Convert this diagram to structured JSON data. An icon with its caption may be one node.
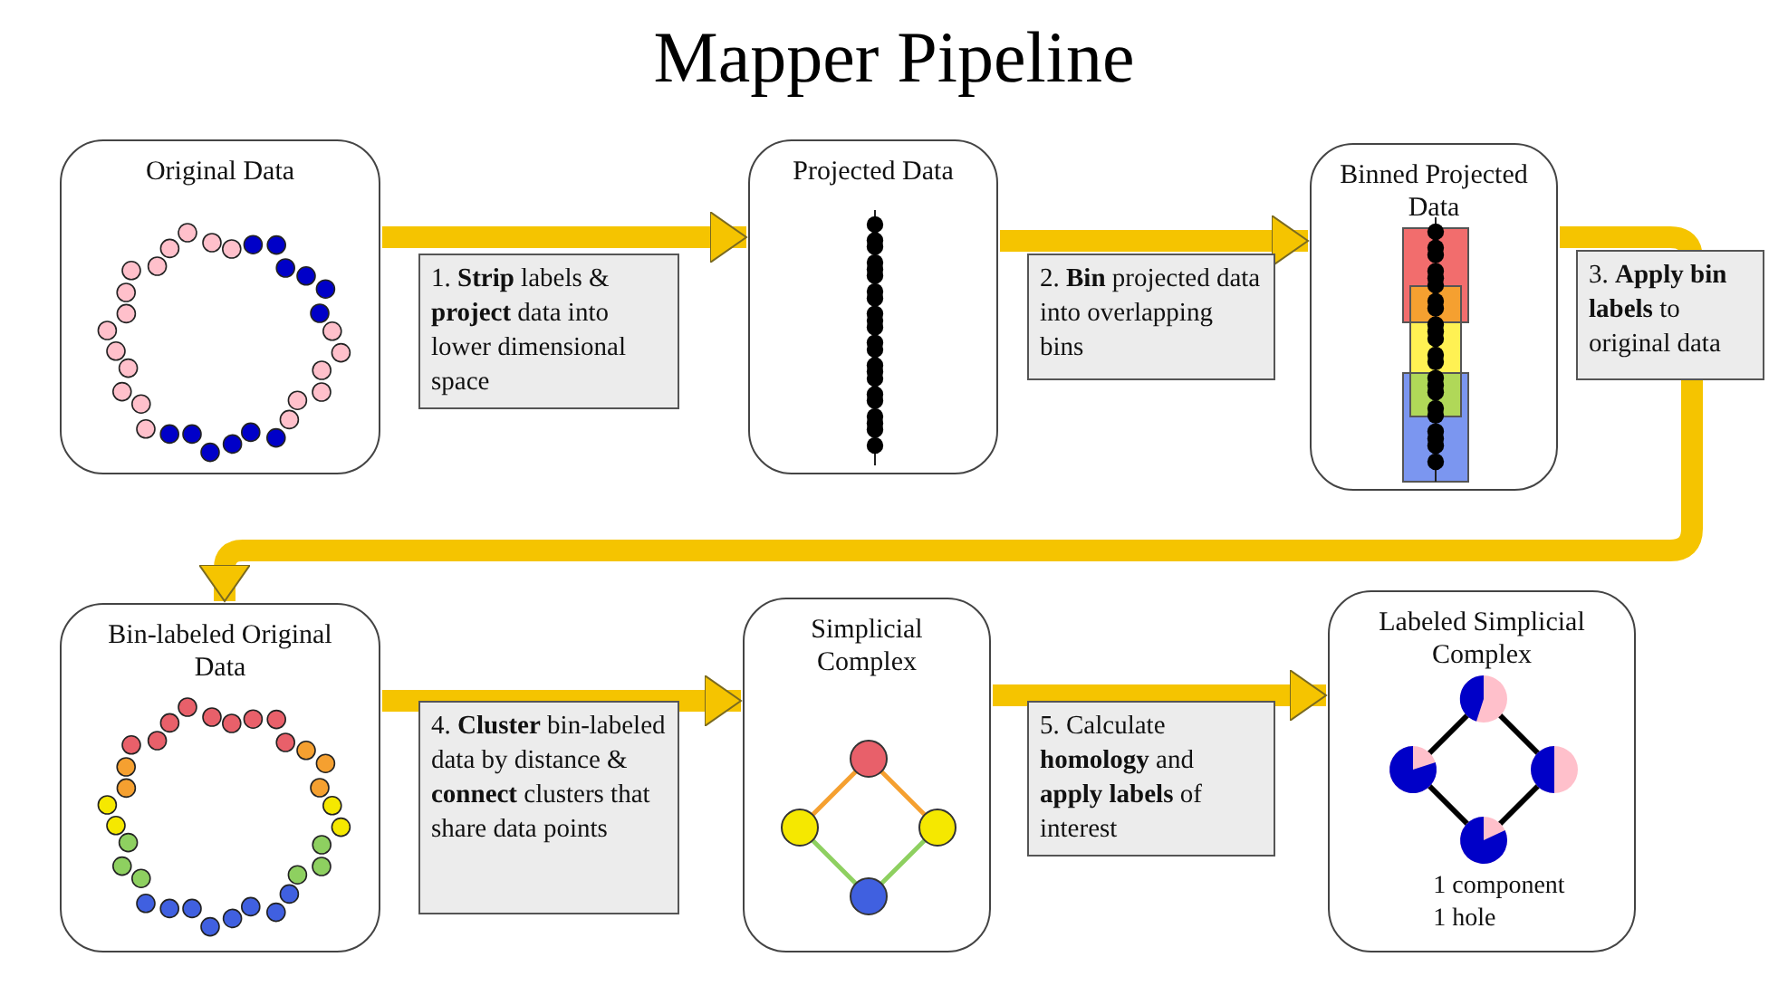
{
  "diagram": {
    "title": "Mapper Pipeline",
    "nodes": [
      {
        "text": [
          "Original Data"
        ]
      },
      {
        "text": [
          "Projected Data"
        ]
      },
      {
        "text": [
          "Binned Projected Data"
        ]
      },
      {
        "text": [
          "Bin-labeled Original Data"
        ]
      },
      {
        "text": [
          "Simplicial Complex"
        ]
      },
      {
        "text": [
          "Labeled Simplicial Complex",
          "1 component",
          "1 hole"
        ]
      }
    ],
    "edges": [
      {
        "from": 0,
        "to": 1,
        "arrow": "to",
        "label": "1. **Strip** labels & **project** data into lower dimensional space"
      },
      {
        "from": 1,
        "to": 2,
        "arrow": "to",
        "label": "2. **Bin** projected data into overlapping bins"
      },
      {
        "from": 2,
        "to": 3,
        "arrow": "to",
        "label": "3. **Apply bin labels** to original data"
      },
      {
        "from": 3,
        "to": 4,
        "arrow": "to",
        "label": "4. **Cluster** bin-labeled data by distance & **connect** clusters that share data points"
      },
      {
        "from": 4,
        "to": 5,
        "arrow": "to",
        "label": "5. Calculate **homology** and **apply labels** of interest"
      }
    ]
  }
}
